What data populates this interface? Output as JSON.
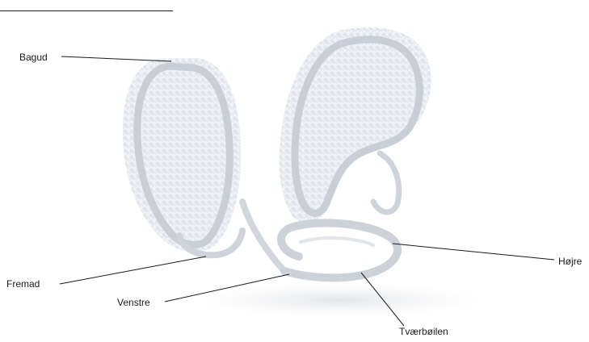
{
  "labels": {
    "bagud": "Bagud",
    "fremad": "Fremad",
    "venstre": "Venstre",
    "hojre": "Højre",
    "tvaerboilen": "Tværbøilen"
  },
  "colors": {
    "pad_mesh": "#e3e7ee",
    "frame": "#c9cfd6",
    "leader_line": "#1a1a1a"
  }
}
